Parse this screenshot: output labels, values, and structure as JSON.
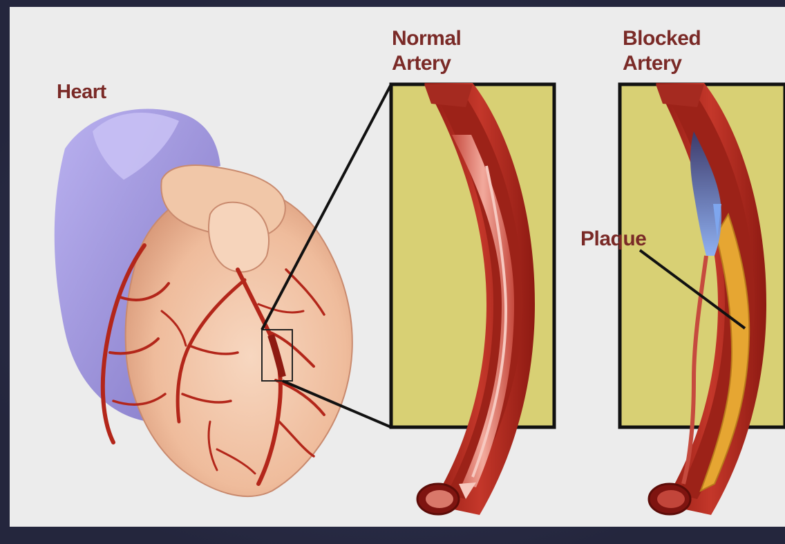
{
  "labels": {
    "heart": "Heart",
    "normal_line1": "Normal",
    "normal_line2": "Artery",
    "blocked_line1": "Blocked",
    "blocked_line2": "Artery",
    "plaque": "Plaque"
  },
  "colors": {
    "background": "#2a2d45",
    "panel": "#ececec",
    "label_text": "#7a2a27",
    "artery_wall": "#b52a1c",
    "artery_dark": "#7e1410",
    "artery_lumen": "#e07a6e",
    "zoom_box_fill": "#d8d074",
    "plaque_fill": "#e6a632",
    "blood_flow": "#6f88d6",
    "heart_tissue": "#f0c2a4",
    "heart_vein": "#9a8fd6"
  },
  "icons": {
    "heart": "heart-illustration",
    "normal_artery": "artery-cross-section-icon",
    "blocked_artery": "blocked-artery-cross-section-icon"
  }
}
